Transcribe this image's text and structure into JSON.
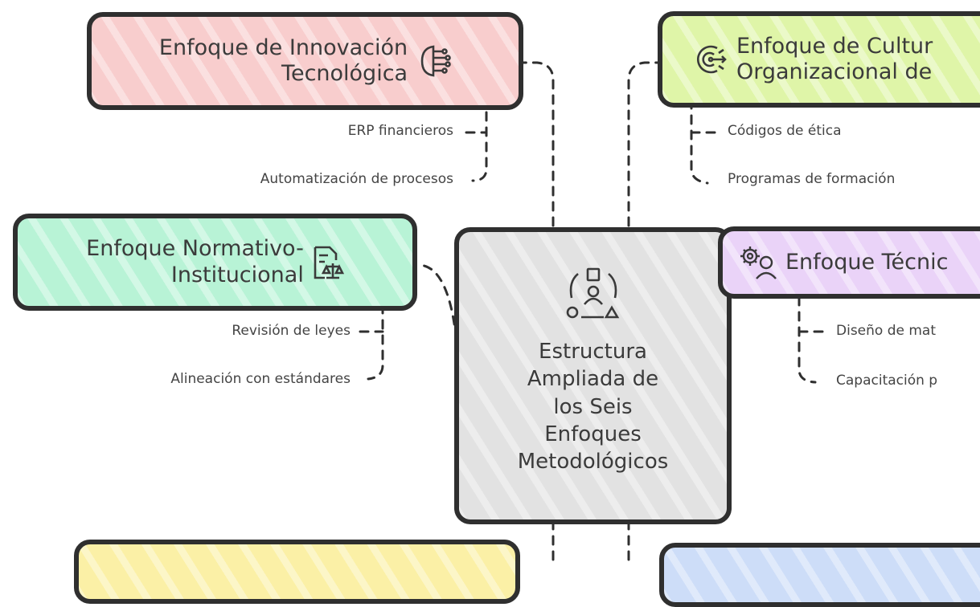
{
  "diagram": {
    "center": {
      "label": "Estructura Ampliada de los Seis Enfoques Metodológicos",
      "icon": "people-network-icon"
    },
    "nodes": {
      "innovacion": {
        "label_line1": "Enfoque de Innovación",
        "label_line2": "Tecnológica",
        "icon": "circuit-head-icon",
        "color": "#f8cdcd",
        "children": [
          "ERP financieros",
          "Automatización de procesos"
        ]
      },
      "cultura": {
        "label_line1": "Enfoque de Cultur",
        "label_line2": "Organizacional de",
        "icon": "target-arrows-icon",
        "color": "#dff5a8",
        "children": [
          "Códigos de ética",
          "Programas de formación"
        ]
      },
      "normativo": {
        "label_line1": "Enfoque Normativo-",
        "label_line2": "Institucional",
        "icon": "document-scales-icon",
        "color": "#b8f3d6",
        "children": [
          "Revisión de leyes",
          "Alineación con estándares"
        ]
      },
      "tecnico": {
        "label": "Enfoque Técnic",
        "icon": "gears-person-icon",
        "color": "#ead3f8",
        "children": [
          "Diseño de mat",
          "Capacitación p"
        ]
      },
      "bottom_left": {
        "color": "#fbf0a6"
      },
      "bottom_right": {
        "color": "#cdddf8"
      }
    },
    "colors": {
      "stroke": "#2f2f2f",
      "center_fill": "#e2e2e2"
    }
  }
}
